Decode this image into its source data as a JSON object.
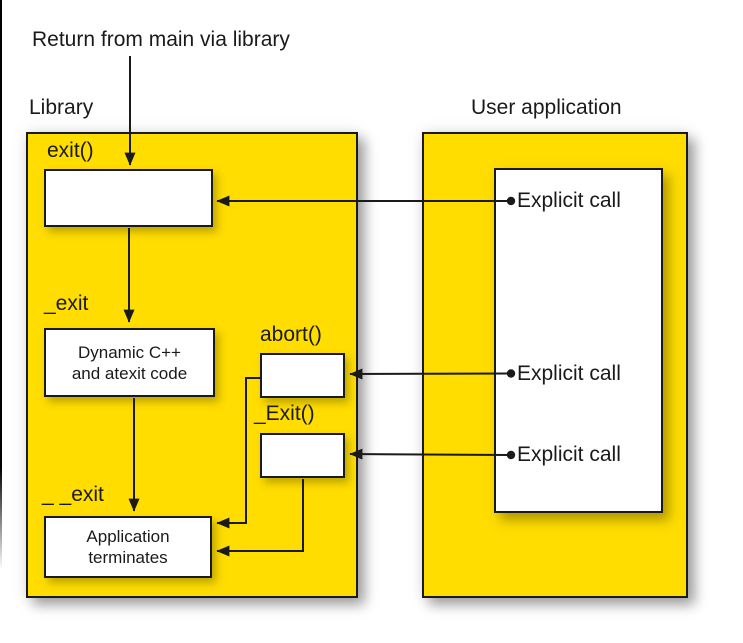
{
  "labels": {
    "return_path": "Return from main via library",
    "library": "Library",
    "user_application": "User application",
    "exit_fn": "exit()",
    "under_exit": "_exit",
    "abort_fn": "abort()",
    "cap_exit_fn": "_Exit()",
    "double_under_exit": "_ _exit"
  },
  "boxes": {
    "dynamic": {
      "line1": "Dynamic C++",
      "line2": "and atexit code"
    },
    "terminates": {
      "line1": "Application",
      "line2": "terminates"
    }
  },
  "user_application": {
    "calls": [
      "Explicit call",
      "Explicit call",
      "Explicit call"
    ]
  },
  "colors": {
    "panel_fill": "#FFDD00",
    "line": "#1A1A1A",
    "background": "#FFFFFF"
  }
}
